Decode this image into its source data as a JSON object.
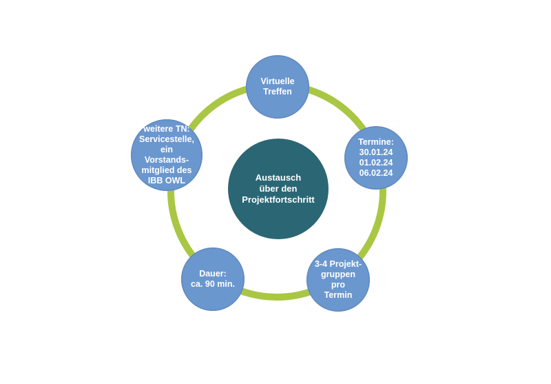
{
  "diagram": {
    "center": {
      "text": "Austausch\nüber den\nProjektfortschritt"
    },
    "nodes": [
      {
        "text": "Virtuelle\nTreffen"
      },
      {
        "text": "Termine:\n30.01.24\n01.02.24\n06.02.24"
      },
      {
        "text": "3-4 Projekt-\ngruppen pro\nTermin"
      },
      {
        "text": "Dauer:\nca. 90 min."
      },
      {
        "text": "weitere TN:\nServicestelle, ein\nVorstands-\nmitglied des\nIBB OWL"
      }
    ],
    "colors": {
      "ring": "#a9c743",
      "outer_node": "#6b97cf",
      "center_node": "#2b6674",
      "text": "#ffffff"
    }
  }
}
